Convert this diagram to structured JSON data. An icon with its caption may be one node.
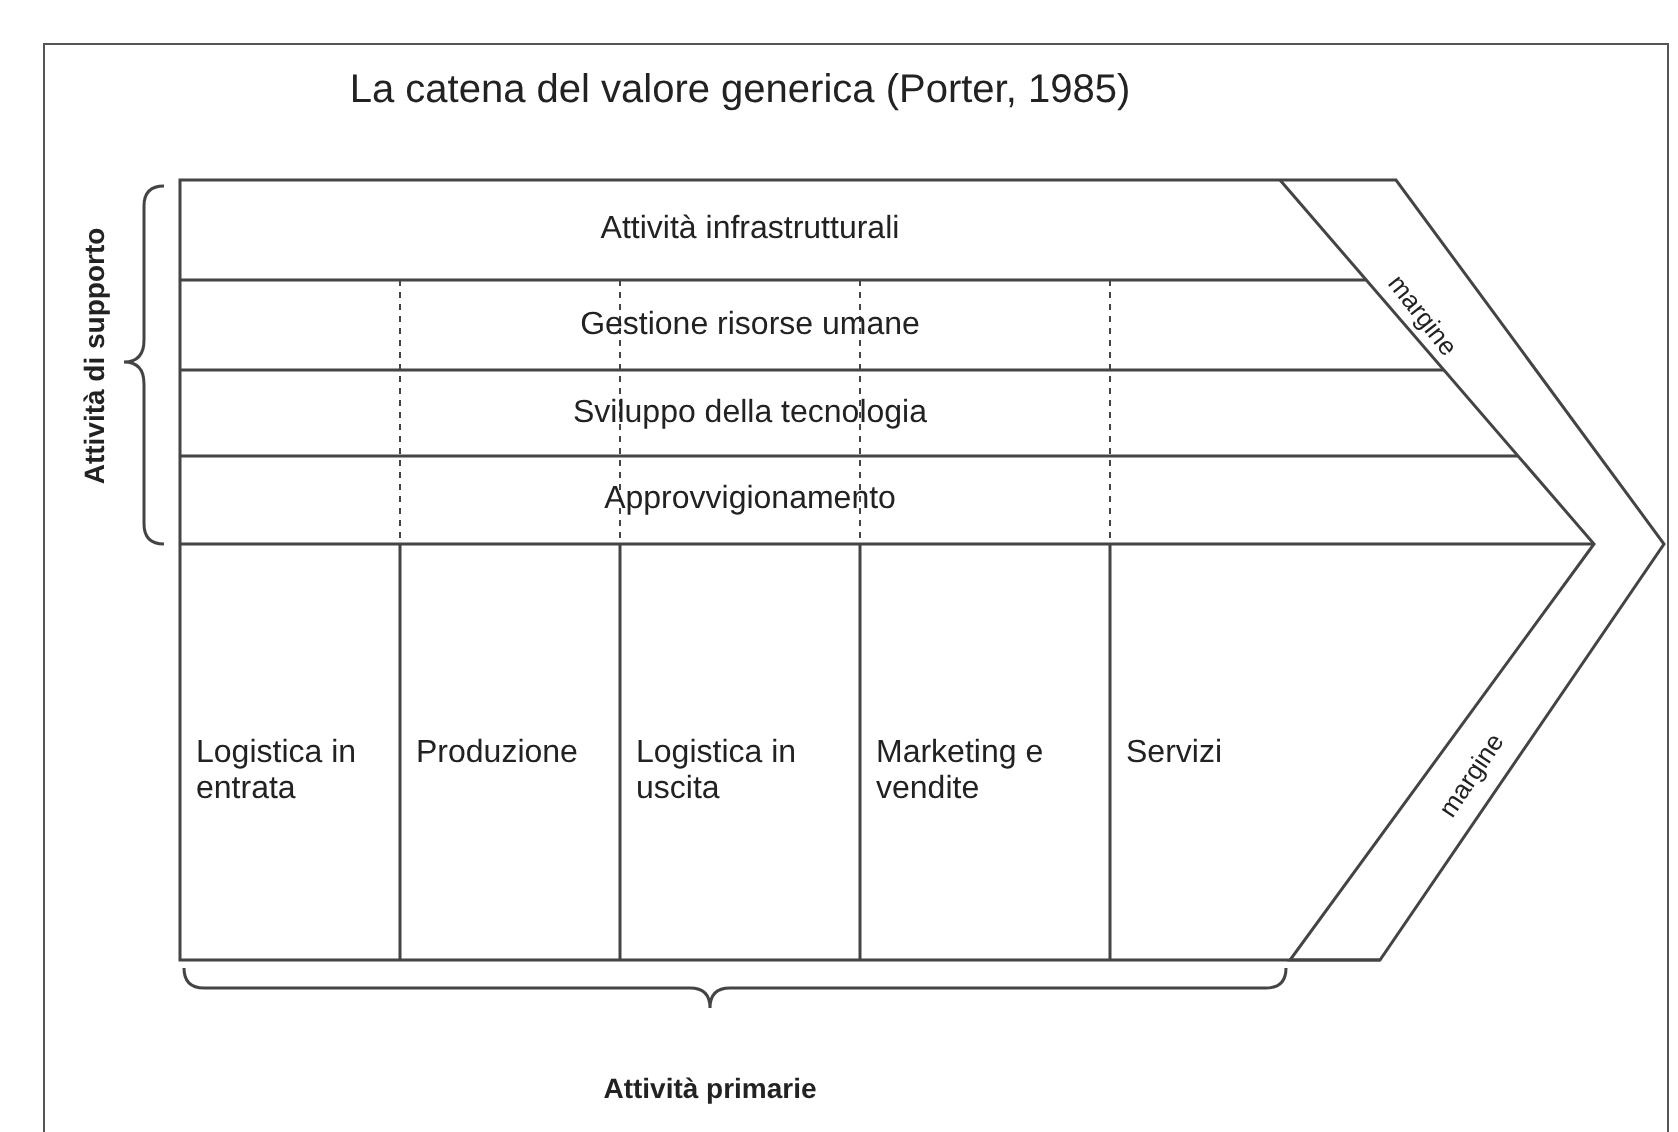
{
  "diagram": {
    "title": "La catena del valore generica (Porter, 1985)",
    "nodes": [
      {
        "text": [
          "Attività infrastrutturali"
        ]
      },
      {
        "text": [
          "Gestione risorse umane"
        ]
      },
      {
        "text": [
          "Sviluppo della tecnologia"
        ]
      },
      {
        "text": [
          "Approvvigionamento"
        ]
      },
      {
        "text": [
          "Logistica in entrata"
        ]
      },
      {
        "text": [
          "Produzione"
        ]
      },
      {
        "text": [
          "Logistica in uscita"
        ]
      },
      {
        "text": [
          "Marketing e vendite"
        ]
      },
      {
        "text": [
          "Servizi"
        ]
      }
    ],
    "edges": [],
    "labels": [
      "Attività di supporto",
      "margine",
      "margine",
      "Attività primarie"
    ]
  }
}
